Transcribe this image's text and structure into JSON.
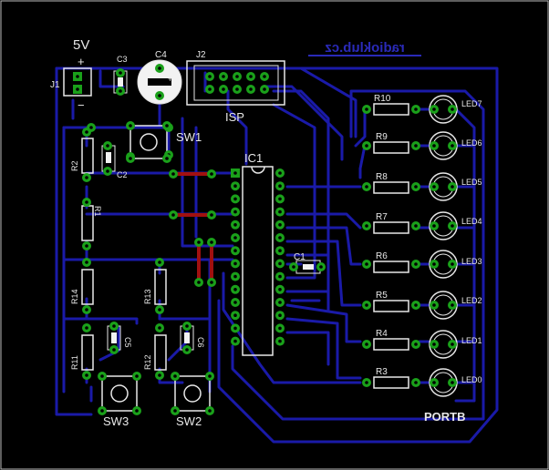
{
  "board": {
    "brand": "radioklub.cz",
    "power_label": "5V",
    "port_label": "PORTB",
    "isp_label": "ISP"
  },
  "components": {
    "j1": "J1",
    "j2": "J2",
    "c1": "C1",
    "c2": "C2",
    "c3": "C3",
    "c4": "C4",
    "c5": "C5",
    "c6": "C6",
    "ic1": "IC1",
    "r1": "R1",
    "r2": "R2",
    "r3": "R3",
    "r4": "R4",
    "r5": "R5",
    "r6": "R6",
    "r7": "R7",
    "r8": "R8",
    "r9": "R9",
    "r10": "R10",
    "r11": "R11",
    "r12": "R12",
    "r13": "R13",
    "r14": "R14",
    "sw1": "SW1",
    "sw2": "SW2",
    "sw3": "SW3",
    "led0": "LED0",
    "led1": "LED1",
    "led2": "LED2",
    "led3": "LED3",
    "led4": "LED4",
    "led5": "LED5",
    "led6": "LED6",
    "led7": "LED7"
  },
  "symbols": {
    "plus": "+",
    "minus": "−"
  },
  "colors": {
    "trace_bottom": "#1a1aa8",
    "trace_top": "#a01010",
    "pad": "#1aa01a",
    "silkscreen": "#e8e8e8",
    "background": "#000000"
  }
}
